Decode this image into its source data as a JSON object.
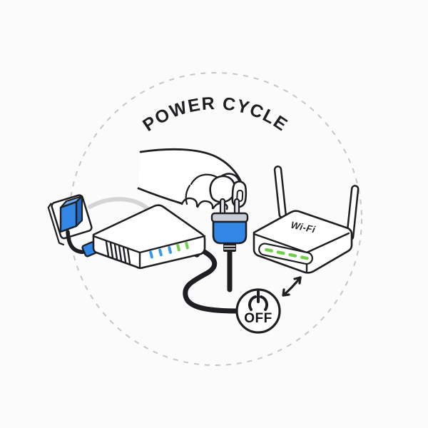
{
  "scene": {
    "title": "POWER CYCLE",
    "router": {
      "label": "Wi-Fi",
      "led_count": 4,
      "antenna_count": 2
    },
    "modem": {
      "led_count": 5,
      "vent_count": 6,
      "led_colors": [
        "#3B9AE8",
        "#3B9AE8",
        "#3B9AE8",
        "#74CE4D",
        "#74CE4D"
      ]
    },
    "off_badge": {
      "label": "OFF",
      "icon": "power-icon"
    },
    "icons": {
      "power": "power-icon",
      "cycle_arrow": "double-arrow-icon"
    },
    "colors": {
      "background": "#FBFBFB",
      "outline": "#1F1F23",
      "accent_blue": "#3387E4",
      "accent_blue_dark": "#2268C2",
      "accent_blue_light": "#6FABEF",
      "led_green": "#74CE4D",
      "led_blue": "#3B9AE8",
      "cable_gray": "#D5D5D5",
      "dashed_border": "#C6C6C6",
      "metal_gray": "#C9CDD5",
      "prong_gray": "#E3E6EB"
    }
  }
}
